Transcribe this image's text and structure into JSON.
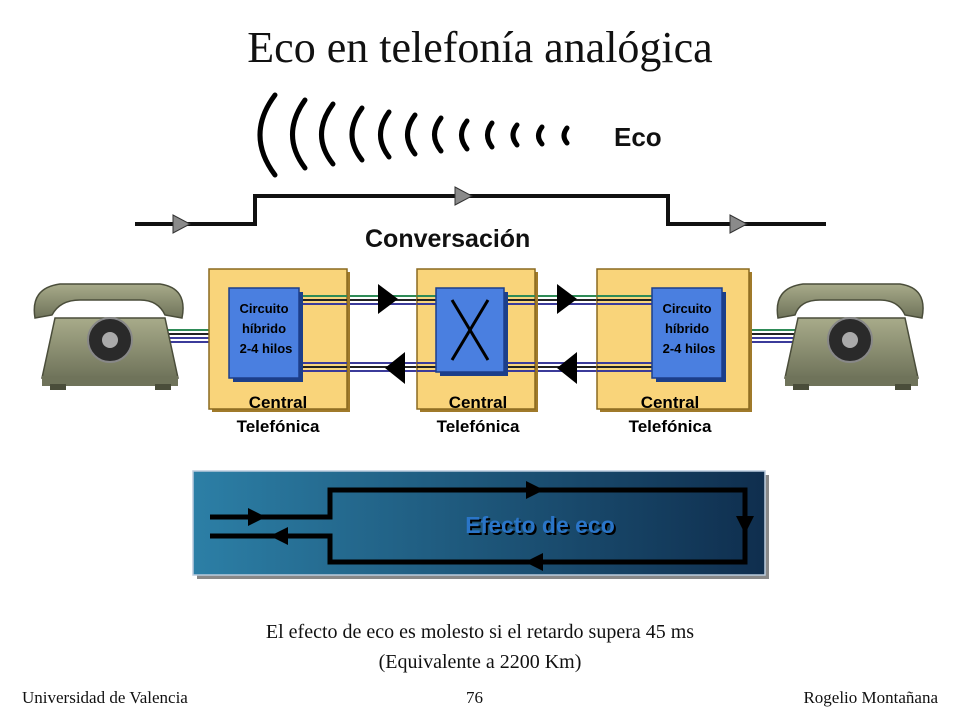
{
  "title": "Eco en telefonía analógica",
  "eco_label": "Eco",
  "conversacion_label": "Conversación",
  "centrales": [
    {
      "line1": "Central",
      "line2": "Telefónica"
    },
    {
      "line1": "Central",
      "line2": "Telefónica"
    },
    {
      "line1": "Central",
      "line2": "Telefónica"
    }
  ],
  "hibrido": {
    "line1": "Circuito",
    "line2": "híbrido",
    "line3": "2-4 hilos"
  },
  "efecto_label": "Efecto de eco",
  "note": {
    "line1": "El efecto de eco es molesto si el retardo supera 45 ms",
    "line2": "(Equivalente a 2200 Km)"
  },
  "footer": {
    "left": "Universidad de Valencia",
    "center": "76",
    "right": "Rogelio Montañana"
  },
  "colors": {
    "central_fill": "#f9d47a",
    "hybrid_fill": "#4a7fe0",
    "panel_dark": "#0f2e4e",
    "panel_light": "#2c7fa6",
    "wire_green": "#2e8b57",
    "wire_blue": "#3b3b9a"
  }
}
